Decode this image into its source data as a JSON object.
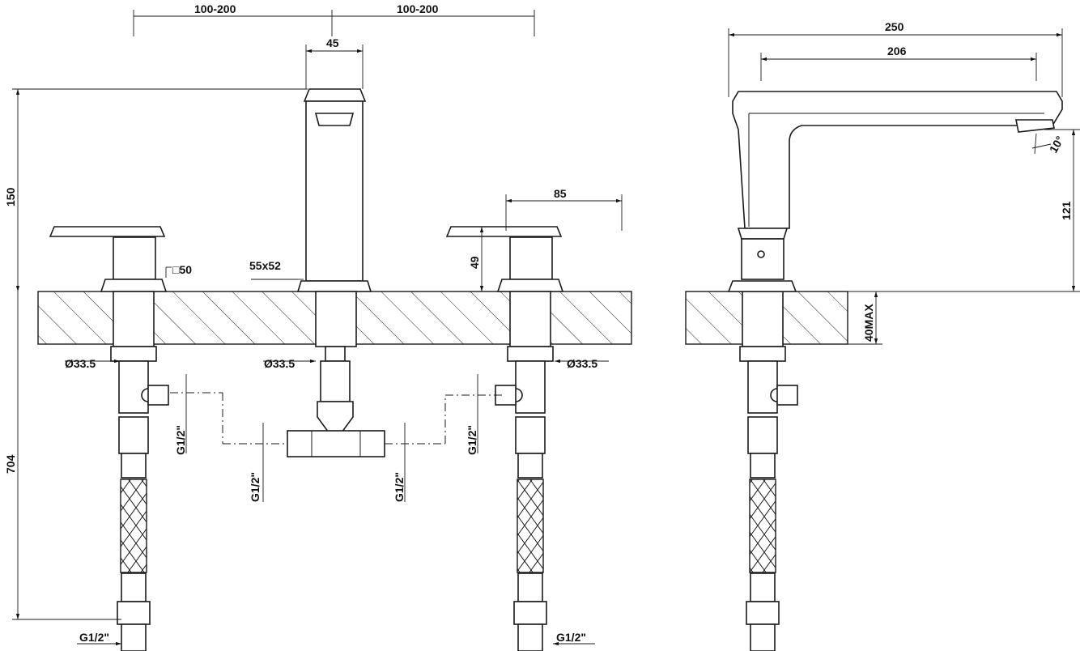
{
  "drawing": {
    "front_view": {
      "left_spacing": "100-200",
      "right_spacing": "100-200",
      "spout_width": "45",
      "spout_height": "150",
      "total_hose_length": "704",
      "handle_width": "85",
      "handle_height": "49",
      "spout_base": "55x52",
      "handle_base": "□50",
      "shank_diameter_left": "Ø33.5",
      "shank_diameter_center": "Ø33.5",
      "shank_diameter_right": "Ø33.5",
      "thread_left_valve": "G1/2\"",
      "thread_right_valve": "G1/2\"",
      "thread_tee_left": "G1/2\"",
      "thread_tee_right": "G1/2\"",
      "thread_hose_left": "G1/2\"",
      "thread_hose_right": "G1/2\""
    },
    "side_view": {
      "total_length": "250",
      "spout_reach": "206",
      "spout_outlet_height": "121",
      "outlet_angle": "10°",
      "max_deck_thickness": "40MAX"
    }
  }
}
